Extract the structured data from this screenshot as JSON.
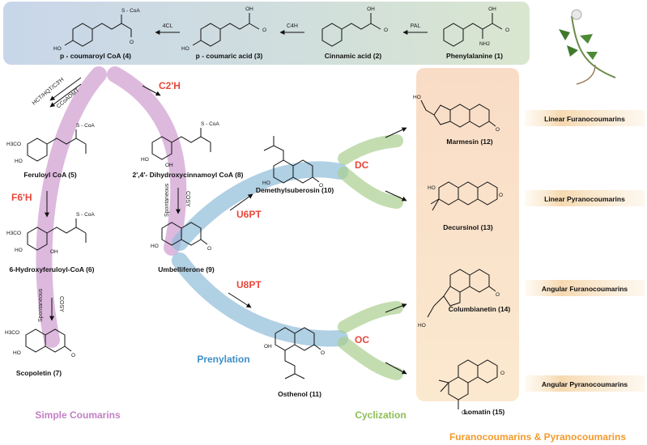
{
  "colors": {
    "banner_left": "#c8d6ea",
    "banner_right": "#d9e6cf",
    "pink": "#cf9bd0",
    "blue": "#8ebcd8",
    "green": "#a9cf8e",
    "panel": "#f9e2c6",
    "red_label": "#e8473a",
    "simple_text": "#c27fc4",
    "prenylation_text": "#3d8fc6",
    "cyclization_text": "#8cbe55",
    "furano_text": "#f39a2c"
  },
  "top_pathway": {
    "phenylalanine": "Phenylalanine (1)",
    "cinnamic": "Cinnamic acid (2)",
    "coumaric": "p - coumaric acid (3)",
    "coumaroyl": "p - coumaroyl CoA (4)",
    "enzymes": {
      "pal": "PAL",
      "c4h": "C4H",
      "cl4": "4CL"
    }
  },
  "left_branch": {
    "enzymes": {
      "hct": "HCT/HQT/C3'H",
      "ccoaomt": "CCoAOMT"
    },
    "feruloyl": "Feruloyl CoA (5)",
    "f6h": "F6'H",
    "hydroxyferuloyl": "6-Hydroxyferuloyl-CoA (6)",
    "spontaneous": "Spontaneous",
    "cosy": "COSY",
    "scopoletin": "Scopoletin (7)"
  },
  "mid_branch": {
    "c2h": "C2'H",
    "dihydroxy": "2',4'- Dihydroxycinnamoyl CoA (8)",
    "spontaneous": "Spontaneous",
    "cosy": "COSY",
    "umbelliferone": "Umbelliferone (9)"
  },
  "prenyl": {
    "u6pt": "U6PT",
    "u8pt": "U8PT",
    "demethylsuberosin": "Demethylsuberosin (10)",
    "osthenol": "Osthenol (11)"
  },
  "cyclize": {
    "dc": "DC",
    "oc": "OC"
  },
  "products": {
    "marmesin": "Marmesin (12)",
    "decursinol": "Decursinol (13)",
    "columbianetin": "Columbianetin (14)",
    "lomatin": "Lomatin (15)"
  },
  "classes": {
    "linear_furano": "Linear Furanocoumarins",
    "linear_pyrano": "Linear Pyranocoumarins",
    "angular_furano": "Angular Furanocoumarins",
    "angular_pyrano": "Angular Pyranocoumarins"
  },
  "sections": {
    "simple": "Simple Coumarins",
    "prenylation": "Prenylation",
    "cyclization": "Cyclization",
    "furano_pyrano": "Furanocoumarins & Pyranocoumarins"
  },
  "atoms": {
    "scoa": "S - CoA",
    "ho": "HO",
    "oh": "OH",
    "o": "O",
    "nh2": "NH2",
    "h3co": "H3CO"
  }
}
